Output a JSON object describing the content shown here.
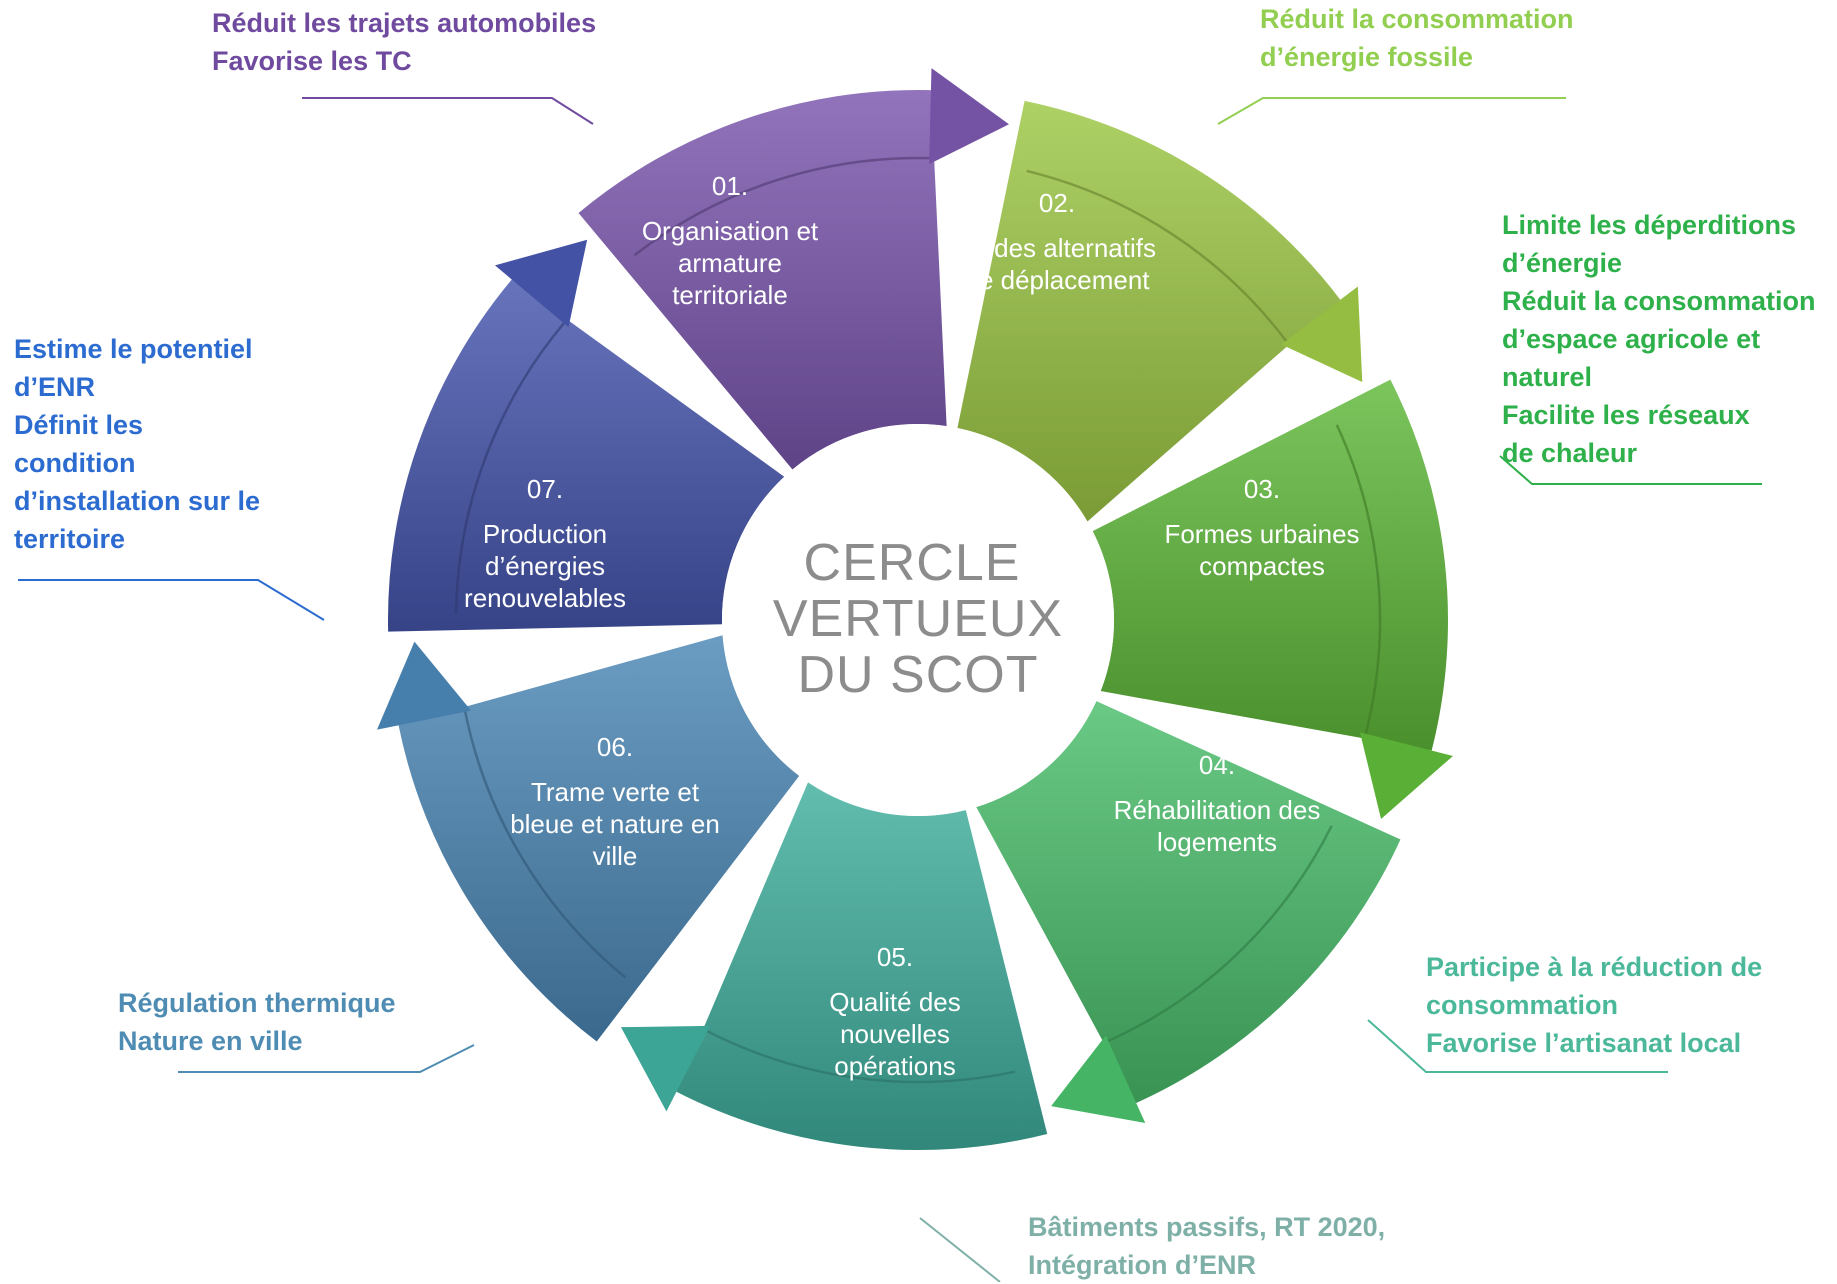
{
  "center": {
    "lines": [
      "CERCLE",
      "VERTUEUX",
      "DU SCOT"
    ]
  },
  "segments": [
    {
      "num": "01.",
      "lines": [
        "Organisation et",
        "armature",
        "territoriale"
      ],
      "color": "#7a56ad"
    },
    {
      "num": "02.",
      "lines": [
        "Modes alternatifs",
        "de déplacement"
      ],
      "color": "#9cc744"
    },
    {
      "num": "03.",
      "lines": [
        "Formes urbaines",
        "compactes"
      ],
      "color": "#5fb83a"
    },
    {
      "num": "04.",
      "lines": [
        "Réhabilitation des",
        "logements"
      ],
      "color": "#49bd6a"
    },
    {
      "num": "05.",
      "lines": [
        "Qualité des",
        "nouvelles",
        "opérations"
      ],
      "color": "#3fae9d"
    },
    {
      "num": "06.",
      "lines": [
        "Trame verte et",
        "bleue et nature en",
        "ville"
      ],
      "color": "#4b86b5"
    },
    {
      "num": "07.",
      "lines": [
        "Production",
        "d’énergies",
        "renouvelables"
      ],
      "color": "#4656ad"
    }
  ],
  "notes": [
    {
      "lines": [
        "Réduit les trajets automobiles",
        "Favorise les TC"
      ],
      "color": "#6f4a9e"
    },
    {
      "lines": [
        "Réduit la consommation",
        "d’énergie fossile"
      ],
      "color": "#92cf50"
    },
    {
      "lines": [
        "Limite les déperditions",
        "d’énergie",
        "Réduit la consommation",
        "d’espace agricole et",
        "naturel",
        "Facilite les réseaux",
        "de chaleur"
      ],
      "color": "#2eb04a"
    },
    {
      "lines": [
        "Participe à la réduction de",
        "consommation",
        "Favorise l’artisanat local"
      ],
      "color": "#4bb89a"
    },
    {
      "lines": [
        "Bâtiments passifs, RT 2020,",
        "Intégration d’ENR"
      ],
      "color": "#7fb0a8"
    },
    {
      "lines": [
        "Régulation thermique",
        "Nature en ville"
      ],
      "color": "#4f8cb3"
    },
    {
      "lines": [
        "Estime le potentiel",
        "d’ENR",
        "Définit les",
        "condition",
        "d’installation sur le",
        "territoire"
      ],
      "color": "#2c6cd0"
    }
  ]
}
